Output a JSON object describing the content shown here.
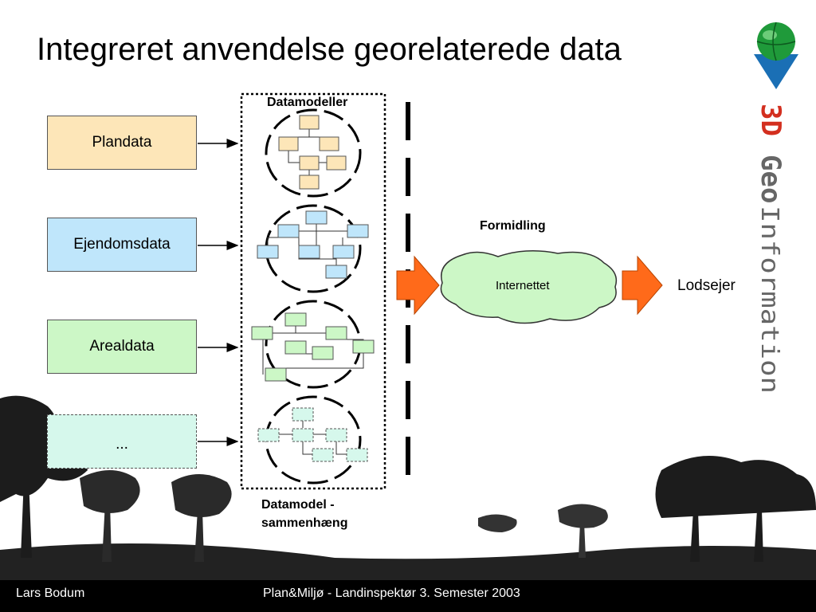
{
  "slide": {
    "title": "Integreret anvendelse georelaterede data"
  },
  "sources": [
    {
      "label": "Plandata",
      "color": "#fde6b8"
    },
    {
      "label": "Ejendomsdata",
      "color": "#bfe6fb"
    },
    {
      "label": "Arealdata",
      "color": "#ccf7c6"
    },
    {
      "label": "...",
      "color": "#d6f8ec"
    }
  ],
  "diagram": {
    "datamodeller_label": "Datamodeller",
    "datamodel_label_line1": "Datamodel -",
    "datamodel_label_line2": "sammenhæng",
    "formidling_label": "Formidling",
    "cloud_label": "Internettet",
    "recipient_label": "Lodsejer"
  },
  "logo": {
    "text_3d": "3D",
    "text_geo": "Geo",
    "text_information": "Information"
  },
  "footer": {
    "author": "Lars Bodum",
    "course": "Plan&Miljø - Landinspektør 3. Semester 2003"
  },
  "colors": {
    "orange_arrow": "#ff6a1a",
    "cloud_fill": "#ccf7c6",
    "footer_bg": "#000000"
  }
}
